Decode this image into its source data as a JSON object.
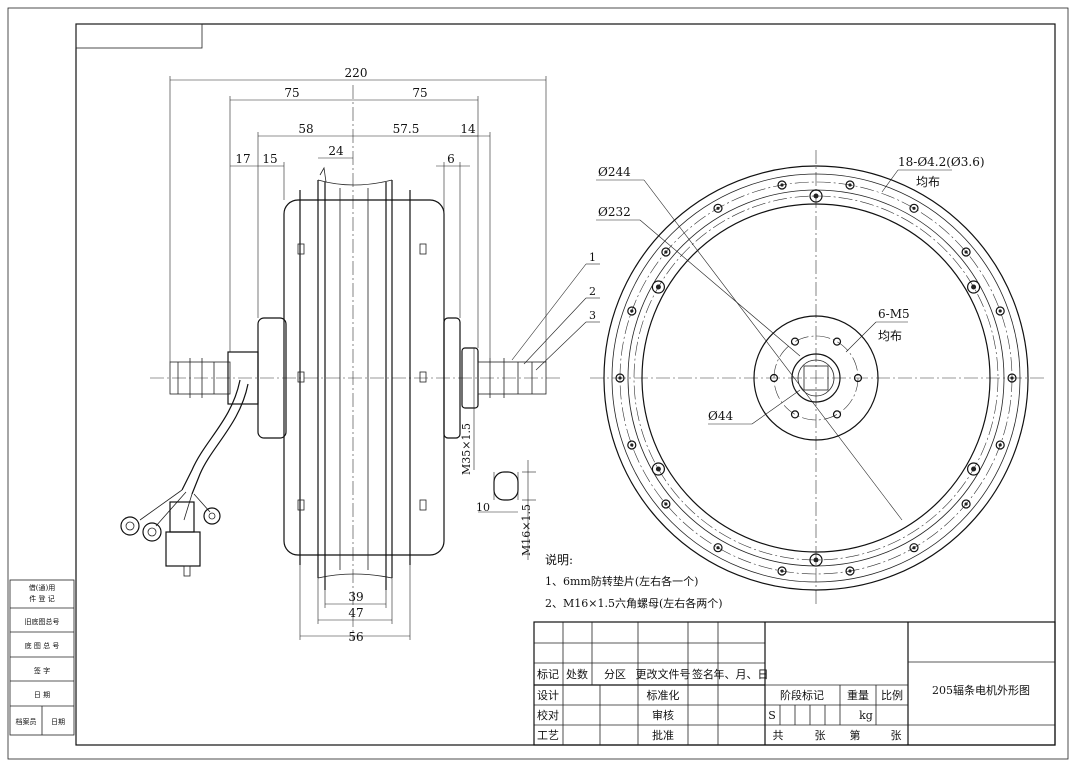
{
  "dimensions": {
    "overall": "220",
    "half_left": "75",
    "half_right": "75",
    "d58": "58",
    "d57_5": "57.5",
    "d14": "14",
    "d17": "17",
    "d15": "15",
    "d24": "24",
    "d6": "6",
    "d39": "39",
    "d47": "47",
    "d56": "56",
    "d10": "10",
    "axle_thread": "M35×1.5",
    "axle_end": "M16×1.5"
  },
  "callouts": {
    "c1": "1",
    "c2": "2",
    "c3": "3"
  },
  "front_view": {
    "dia_244": "Ø244",
    "dia_232": "Ø232",
    "dia_44": "Ø44",
    "holes_18": "18-Ø4.2(Ø3.6)",
    "holes_18_note": "均布",
    "holes_6": "6-M5",
    "holes_6_note": "均布"
  },
  "notes": {
    "heading": "说明:",
    "line1": "1、6mm防转垫片(左右各一个)",
    "line2": "2、M16×1.5六角螺母(左右各两个)"
  },
  "title_block": {
    "h_mark": "标记",
    "h_count": "处数",
    "h_zone": "分区",
    "h_docno": "更改文件号",
    "h_sign": "签名",
    "h_date": "年、月、日",
    "design": "设计",
    "standard": "标准化",
    "check": "校对",
    "review": "审核",
    "process": "工艺",
    "approve": "批准",
    "stage_mark": "阶段标记",
    "weight": "重量",
    "scale": "比例",
    "s_letter": "S",
    "kg": "kg",
    "total": "共",
    "sheets": "张",
    "sheet_no": "第",
    "sheet_unit": "张",
    "drawing_title": "205辐条电机外形图"
  },
  "side_strip": {
    "r1a": "借(通)用",
    "r1b": "件 登 记",
    "r2": "旧底图总号",
    "r3": "底 图 总 号",
    "r4": "签 字",
    "r5": "日 期",
    "r6a": "档案员",
    "r6b": "日期"
  }
}
